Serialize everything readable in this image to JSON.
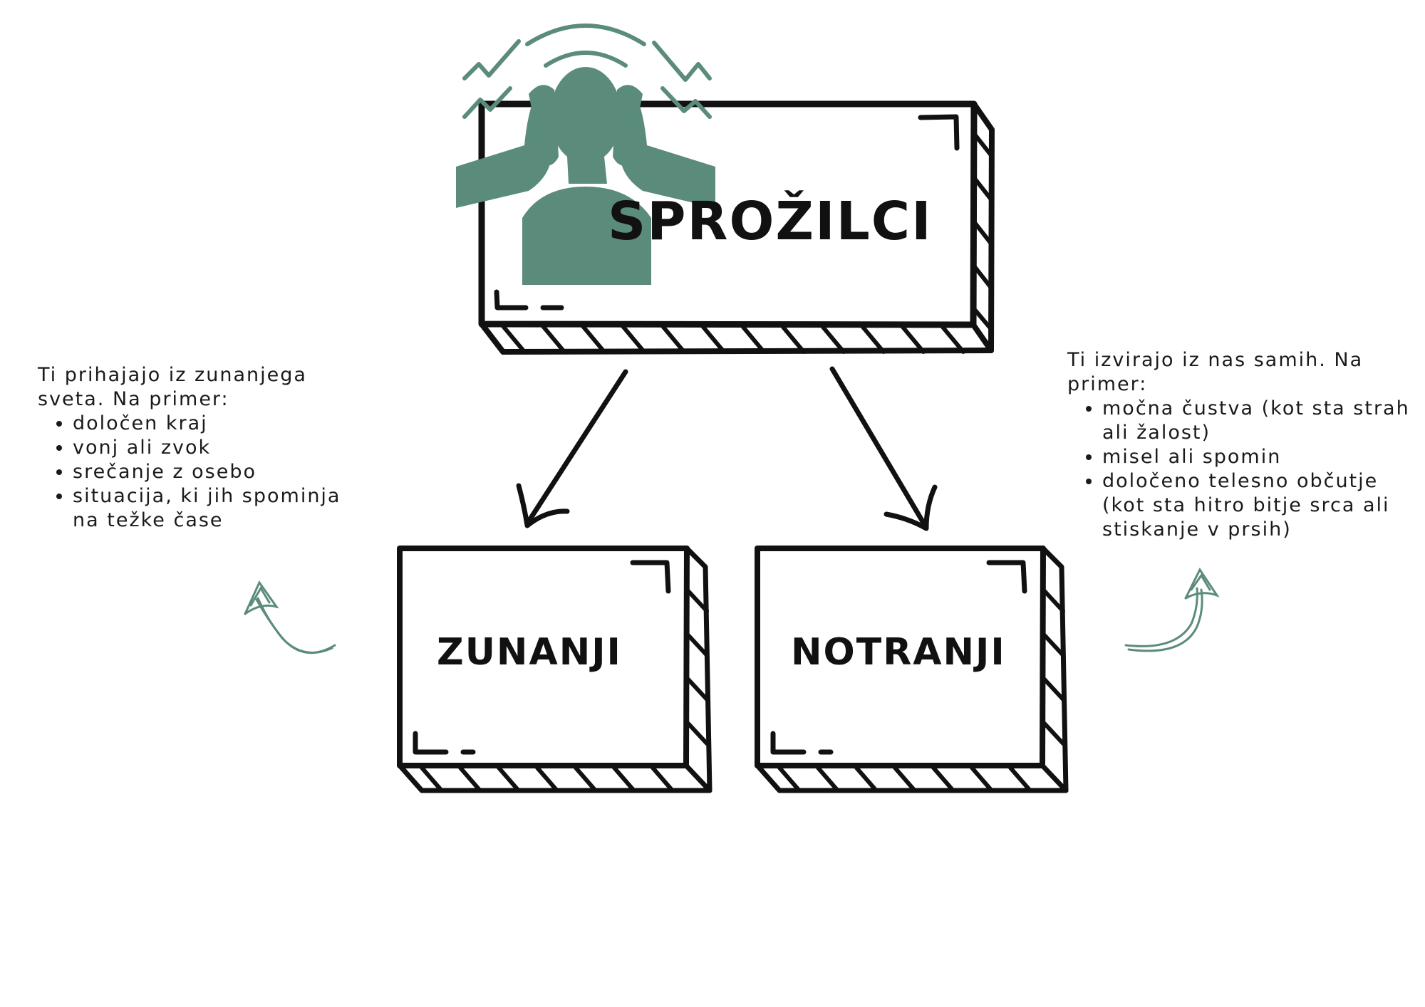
{
  "main_box": {
    "title": "SPROŽILCI"
  },
  "external_box": {
    "title": "ZUNANJI"
  },
  "internal_box": {
    "title": "NOTRANJI"
  },
  "external_note": {
    "intro": "Ti prihajajo iz zunanjega sveta. Na primer:",
    "items": [
      "določen kraj",
      "vonj ali zvok",
      "srečanje z osebo",
      "situacija, ki jih spominja na težke čase"
    ]
  },
  "internal_note": {
    "intro": "Ti izvirajo iz nas samih. Na primer:",
    "items": [
      "močna čustva (kot sta strah ali žalost)",
      "misel ali spomin",
      "določeno telesno občutje (kot sta hitro bitje srca ali stiskanje v prsih)"
    ]
  },
  "icons": {
    "main": "distressed-person-covering-ears-icon",
    "left_arrow": "curved-arrow-up-icon",
    "right_arrow": "curved-arrow-up-icon"
  },
  "colors": {
    "accent": "#5b8c7b",
    "ink": "#111111",
    "background": "#ffffff"
  }
}
